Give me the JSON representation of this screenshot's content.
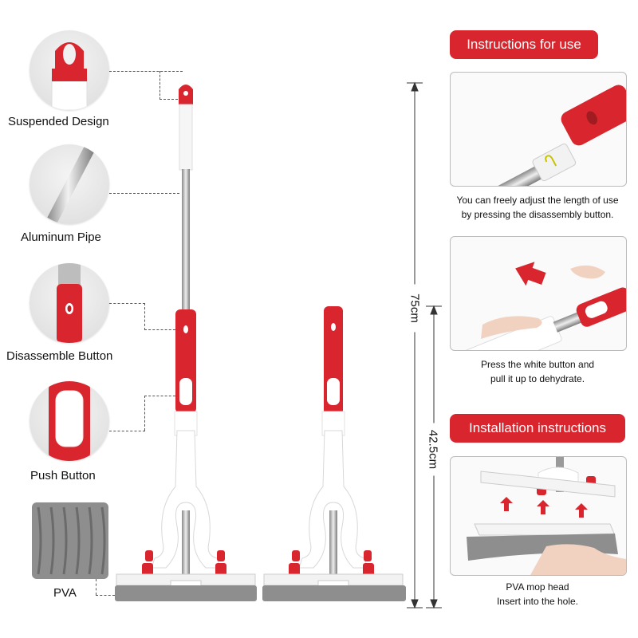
{
  "callouts": {
    "suspended": "Suspended Design",
    "aluminum": "Aluminum Pipe",
    "disassemble": "Disassemble Button",
    "push": "Push Button",
    "pva": "PVA"
  },
  "dimensions": {
    "full": "75cm",
    "short": "42.5cm"
  },
  "instructions": {
    "title": "Instructions for use",
    "step1_line1": "You can freely adjust the length of use",
    "step1_line2": "by pressing the disassembly button.",
    "step2_line1": "Press the white button and",
    "step2_line2": "pull it up to dehydrate."
  },
  "installation": {
    "title": "Installation instructions",
    "line1": "PVA mop head",
    "line2": "Insert into the hole."
  },
  "colors": {
    "brand_red": "#d9262e",
    "steel": "#b9b9b9",
    "sponge": "#8e8e8e"
  }
}
